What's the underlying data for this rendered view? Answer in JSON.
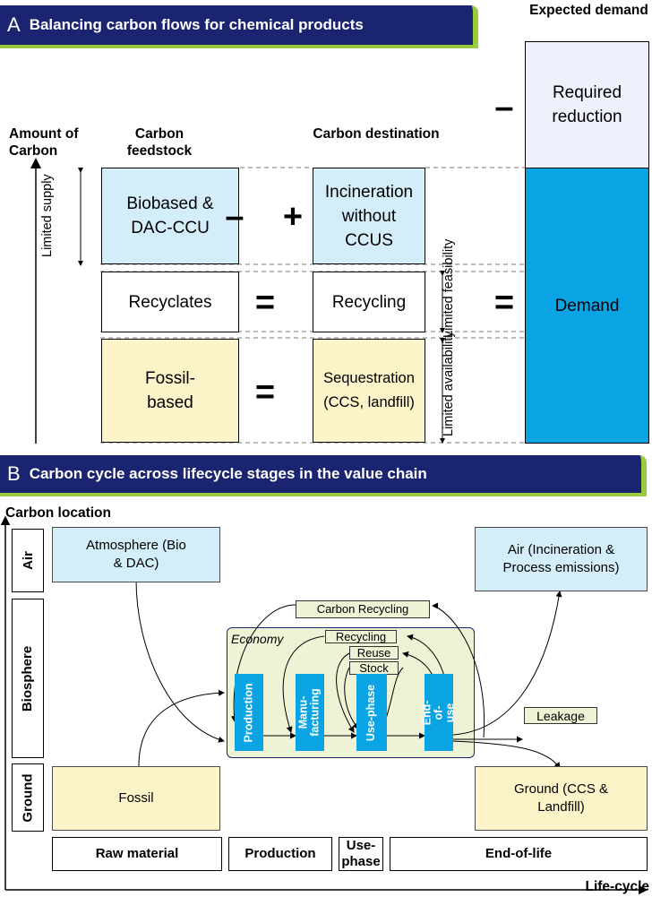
{
  "panel_a": {
    "letter": "A",
    "title": "Balancing carbon flows for chemical products",
    "y_axis_label": "Amount of Carbon",
    "feedstock_header": "Carbon feedstock",
    "destination_header": "Carbon destination",
    "expected_demand_header": "Expected demand",
    "required_reduction": "Required reduction",
    "demand": "Demand",
    "limited_supply": "Limited supply",
    "limited_feasibility": "Limited feasibility",
    "limited_availability": "Limited availability",
    "feedstock": [
      "Biobased & DAC-CCU",
      "Recyclates",
      "Fossil-based"
    ],
    "destination": [
      "Incineration without CCUS",
      "Recycling",
      "Sequestration (CCS, landfill)"
    ],
    "ops": {
      "minus_1": "–",
      "plus": "+",
      "eq_1": "=",
      "eq_2": "=",
      "eq_big": "=",
      "minus_top": "–"
    }
  },
  "panel_b": {
    "letter": "B",
    "title": "Carbon cycle across lifecycle stages in the value chain",
    "y_axis_label": "Carbon location",
    "x_axis_label": "Life-cycle",
    "locations": [
      "Air",
      "Biosphere",
      "Ground"
    ],
    "atmosphere": "Atmosphere (Bio & DAC)",
    "air_out": "Air (Incineration & Process emissions)",
    "fossil": "Fossil",
    "ground_out": "Ground (CCS & Landfill)",
    "carbon_recycling": "Carbon Recycling",
    "economy": "Economy",
    "recycling": "Recycling",
    "reuse": "Reuse",
    "stock": "Stock",
    "leakage": "Leakage",
    "steps": [
      "Production",
      "Manu-facturing",
      "Use-phase",
      "End-of-use"
    ],
    "stages": [
      "Raw material",
      "Production",
      "Use-phase",
      "End-of-life"
    ]
  },
  "colors": {
    "navy": "#1b2470",
    "green": "#9acb3c",
    "light_blue": "#d3eef9",
    "blue": "#0aa4e4",
    "yellow": "#fdf3c8",
    "economy": "#eef3d5"
  }
}
